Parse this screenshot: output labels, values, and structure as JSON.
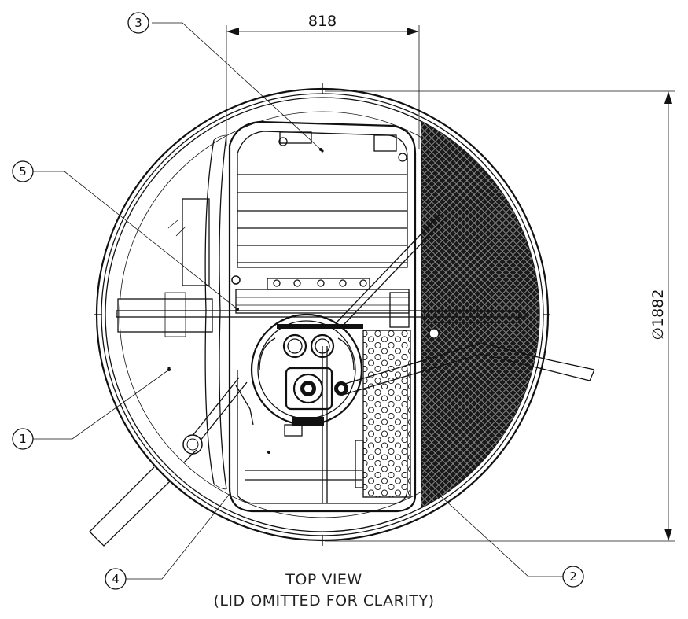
{
  "dimensions": {
    "width_label": "818",
    "diameter_label": "∅1882"
  },
  "balloons": [
    {
      "number": "1"
    },
    {
      "number": "2"
    },
    {
      "number": "3"
    },
    {
      "number": "4"
    },
    {
      "number": "5"
    }
  ],
  "view_title": {
    "line1": "TOP VIEW",
    "line2": "(LID OMITTED FOR CLARITY)"
  }
}
